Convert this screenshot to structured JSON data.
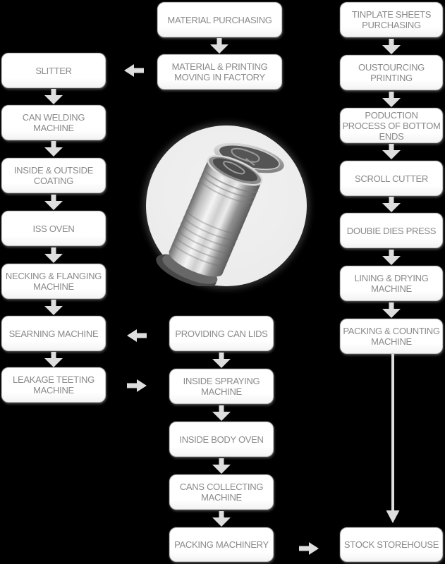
{
  "colors": {
    "background": "#000000",
    "box_fill": "#ffffff",
    "box_border": "#c6c6c6",
    "box_text": "#8a8a8a",
    "arrow": "#dedede",
    "circle_bg": "#ececec"
  },
  "icons": {
    "arrow_down": "▼",
    "arrow_left": "◀",
    "arrow_right": "▶",
    "arrow_down_long": "↓"
  },
  "left_column": {
    "items": [
      "SLITTER",
      "CAN WELDING MACHINE",
      "INSIDE & OUTSIDE COATING",
      "ISS OVEN",
      "NECKING & FLANGING MACHINE",
      "SEARNING MACHINE",
      "LEAKAGE TEETING MACHINE"
    ]
  },
  "middle_top": {
    "items": [
      "MATERIAL PURCHASING",
      "MATERIAL & PRINTING MOVING IN FACTORY"
    ]
  },
  "middle_bottom": {
    "items": [
      "PROVIDING CAN LIDS",
      "INSIDE SPRAYING MACHINE",
      "INSIDE BODY OVEN",
      "CANS COLLECTING MACHINE",
      "PACKING MACHINERY"
    ]
  },
  "right_column": {
    "items": [
      "TINPLATE SHEETS PURCHASING",
      "OUSTOURCING PRINTING",
      "PODUCTION PROCESS OF BOTTOM ENDS",
      "SCROLL CUTTER",
      "DOUBIE DIES PRESS",
      "LINING & DRYING MACHINE",
      "PACKING & COUNTING MACHINE"
    ]
  },
  "stock_storehouse": {
    "label": "STOCK STOREHOUSE"
  },
  "center_image": {
    "alt": "metallic tin can with detached pull-off lid in gray circle"
  },
  "flow": {
    "edges": [
      "MATERIAL PURCHASING -> MATERIAL & PRINTING MOVING IN FACTORY",
      "MATERIAL & PRINTING MOVING IN FACTORY -> SLITTER",
      "SLITTER -> CAN WELDING MACHINE",
      "CAN WELDING MACHINE -> INSIDE & OUTSIDE COATING",
      "INSIDE & OUTSIDE COATING -> ISS OVEN",
      "ISS OVEN -> NECKING & FLANGING MACHINE",
      "NECKING & FLANGING MACHINE -> SEARNING MACHINE",
      "SEARNING MACHINE -> LEAKAGE TEETING MACHINE",
      "PROVIDING CAN LIDS -> SEARNING MACHINE",
      "LEAKAGE TEETING MACHINE -> INSIDE SPRAYING MACHINE",
      "PROVIDING CAN LIDS -> INSIDE SPRAYING MACHINE",
      "INSIDE SPRAYING MACHINE -> INSIDE BODY OVEN",
      "INSIDE BODY OVEN -> CANS COLLECTING MACHINE",
      "CANS COLLECTING MACHINE -> PACKING MACHINERY",
      "PACKING MACHINERY -> STOCK STOREHOUSE",
      "TINPLATE SHEETS PURCHASING -> OUSTOURCING PRINTING",
      "OUSTOURCING PRINTING -> PODUCTION PROCESS OF BOTTOM ENDS",
      "PODUCTION PROCESS OF BOTTOM ENDS -> SCROLL CUTTER",
      "SCROLL CUTTER -> DOUBIE DIES PRESS",
      "DOUBIE DIES PRESS -> LINING & DRYING MACHINE",
      "LINING & DRYING MACHINE -> PACKING & COUNTING MACHINE",
      "PACKING & COUNTING MACHINE -> STOCK STOREHOUSE"
    ]
  }
}
